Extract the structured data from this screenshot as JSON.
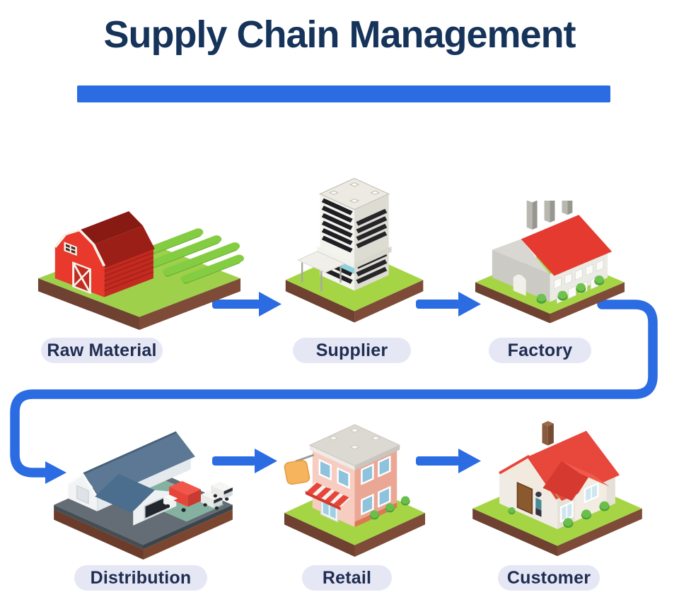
{
  "title": "Supply Chain Management",
  "colors": {
    "accent_blue": "#2b6ce2",
    "title_navy": "#16335a",
    "label_background": "#e5e7f5",
    "label_text": "#202e52"
  },
  "stages": [
    {
      "id": "raw-material",
      "label": "Raw Material",
      "icon": "barn-farm-icon",
      "row": 1
    },
    {
      "id": "supplier",
      "label": "Supplier",
      "icon": "office-building-icon",
      "row": 1
    },
    {
      "id": "factory",
      "label": "Factory",
      "icon": "factory-building-icon",
      "row": 1
    },
    {
      "id": "distribution",
      "label": "Distribution",
      "icon": "warehouse-trucks-icon",
      "row": 2
    },
    {
      "id": "retail",
      "label": "Retail",
      "icon": "shop-building-icon",
      "row": 2
    },
    {
      "id": "customer",
      "label": "Customer",
      "icon": "house-icon",
      "row": 2
    }
  ],
  "flow_order": [
    "Raw Material",
    "Supplier",
    "Factory",
    "Distribution",
    "Retail",
    "Customer"
  ]
}
